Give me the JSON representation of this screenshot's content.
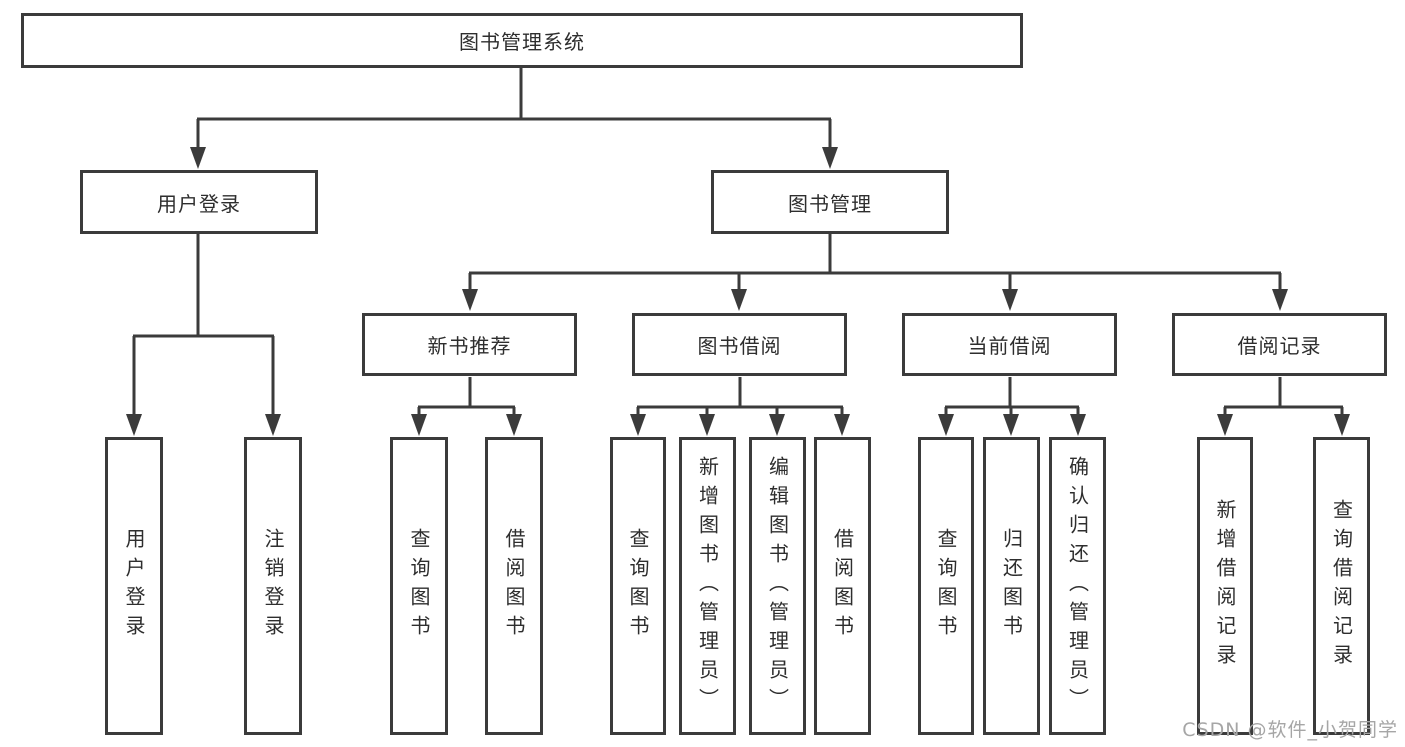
{
  "tree": {
    "root": "图书管理系统",
    "branches": [
      {
        "label": "用户登录",
        "children": [
          {
            "label": "用户登录"
          },
          {
            "label": "注销登录"
          }
        ]
      },
      {
        "label": "图书管理",
        "groups": [
          {
            "label": "新书推荐",
            "children": [
              {
                "label": "查询图书"
              },
              {
                "label": "借阅图书"
              }
            ]
          },
          {
            "label": "图书借阅",
            "children": [
              {
                "label": "查询图书"
              },
              {
                "label": "新增图书（管理员）"
              },
              {
                "label": "编辑图书（管理员）"
              },
              {
                "label": "借阅图书"
              }
            ]
          },
          {
            "label": "当前借阅",
            "children": [
              {
                "label": "查询图书"
              },
              {
                "label": "归还图书"
              },
              {
                "label": "确认归还（管理员）"
              }
            ]
          },
          {
            "label": "借阅记录",
            "children": [
              {
                "label": "新增借阅记录"
              },
              {
                "label": "查询借阅记录"
              }
            ]
          }
        ]
      }
    ]
  },
  "watermark": "CSDN @软件_小贺同学",
  "colors": {
    "line": "#3b3b3b",
    "text": "#2e2e2e",
    "watermark": "#a6a6a6",
    "background": "#ffffff"
  }
}
